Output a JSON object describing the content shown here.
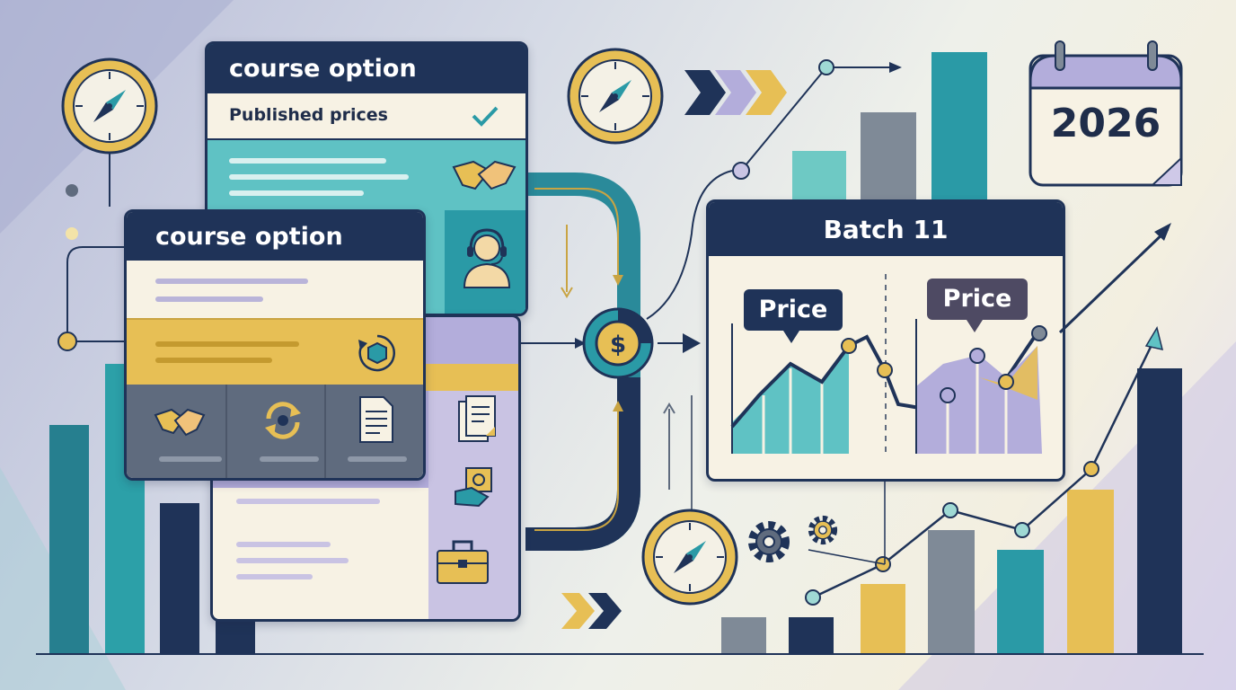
{
  "card_back": {
    "title": "course option",
    "subtitle": "Published prices",
    "icons": [
      "check-icon",
      "handshake-icon",
      "support-agent-icon",
      "document-stack-icon",
      "money-hand-icon",
      "toolbox-icon"
    ]
  },
  "card_front": {
    "title": "course option",
    "icons": [
      "box-cycle-icon",
      "handshake-icon",
      "refresh-icon",
      "document-icon"
    ]
  },
  "chart_panel": {
    "title": "Batch 11",
    "bubble_left": "Price",
    "bubble_right": "Price"
  },
  "calendar": {
    "year": "2026"
  },
  "decor_icons": [
    "compass-icon",
    "compass-icon",
    "compass-icon",
    "dollar-coin-icon",
    "gear-icon",
    "gear-icon",
    "chevrons-right-icon",
    "trend-arrow-icon"
  ],
  "colors": {
    "navy": "#1f3358",
    "teal": "#2a9aa6",
    "gold": "#e7bf55",
    "lavender": "#b3addb",
    "cream": "#f7f1de",
    "slate": "#5f6b7e"
  }
}
